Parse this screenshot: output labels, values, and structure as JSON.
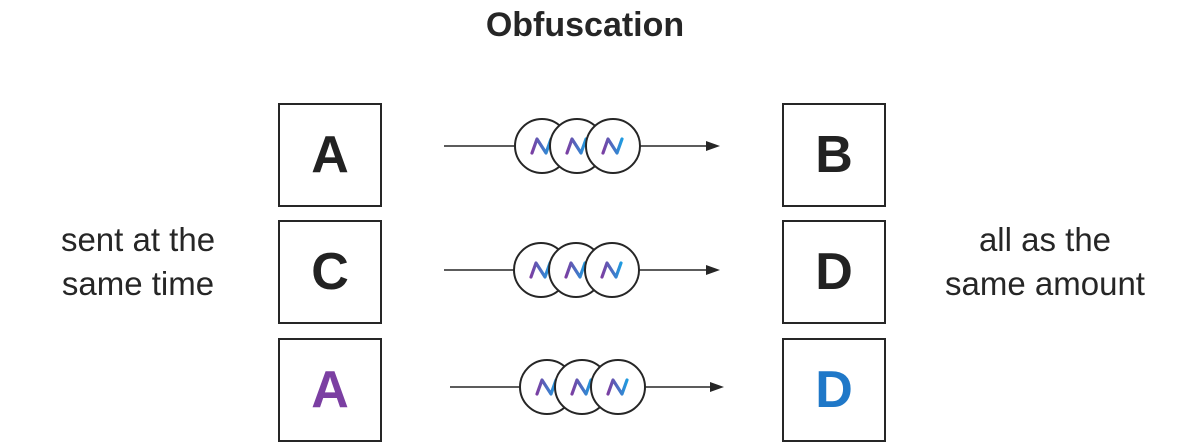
{
  "title": "Obfuscation",
  "left_caption": {
    "line1": "sent at the",
    "line2": "same time"
  },
  "right_caption": {
    "line1": "all as the",
    "line2": "same amount"
  },
  "rows": [
    {
      "sender": "A",
      "receiver": "B",
      "sender_color": "#222222",
      "receiver_color": "#222222"
    },
    {
      "sender": "C",
      "receiver": "D",
      "sender_color": "#222222",
      "receiver_color": "#222222"
    },
    {
      "sender": "A",
      "receiver": "D",
      "sender_color": "#7b3fa2",
      "receiver_color": "#1f78c8"
    }
  ],
  "coin_icon": "nano-coin-icon",
  "colors": {
    "coin_gradient_start": "#7b3fa2",
    "coin_gradient_end": "#1f9be0",
    "line": "#222222"
  }
}
